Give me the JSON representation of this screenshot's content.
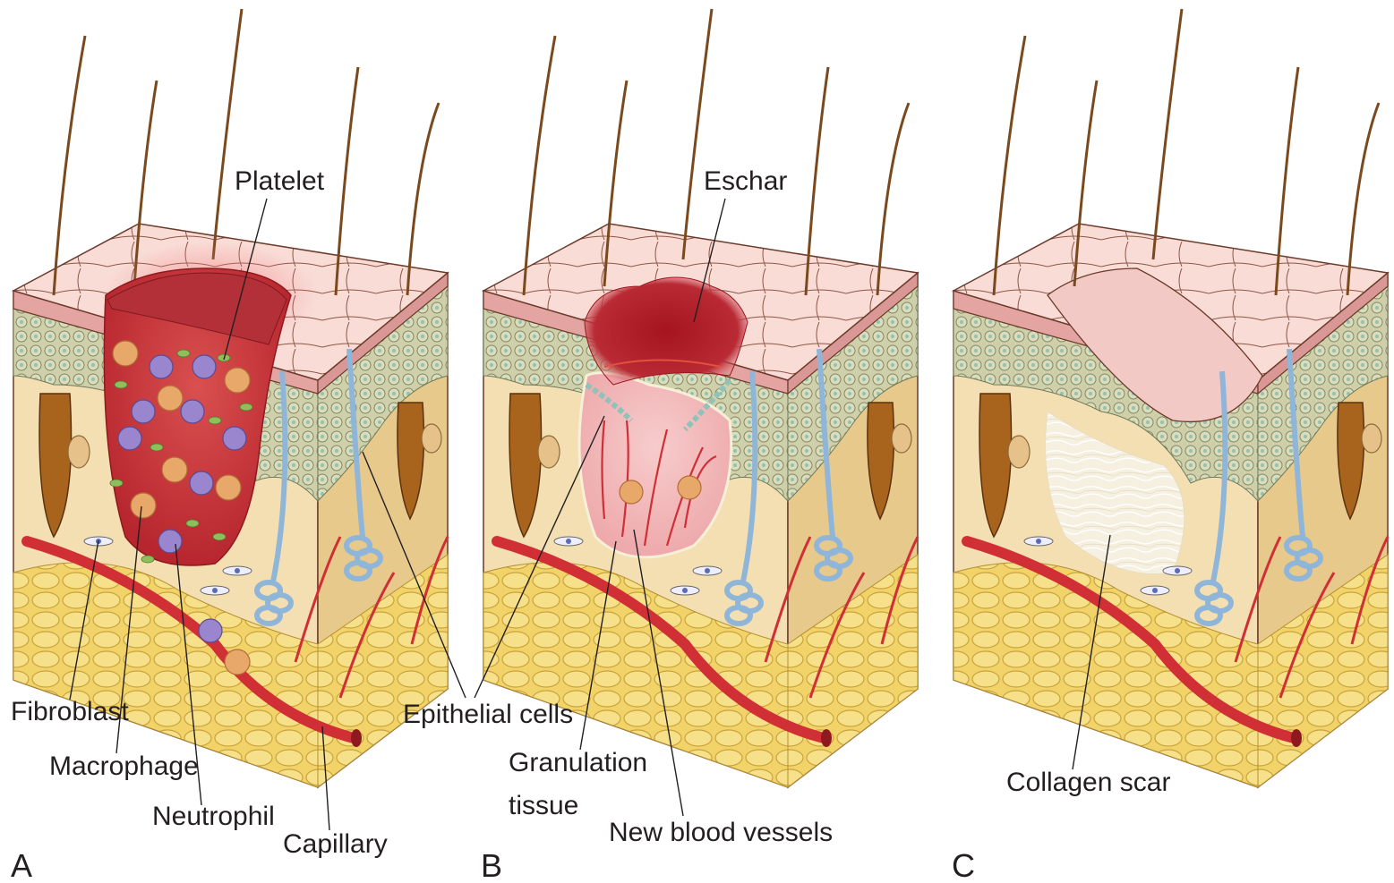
{
  "panels": [
    {
      "letter": "A"
    },
    {
      "letter": "B"
    },
    {
      "letter": "C"
    }
  ],
  "labels": {
    "platelet": "Platelet",
    "fibroblast": "Fibroblast",
    "macrophage": "Macrophage",
    "neutrophil": "Neutrophil",
    "capillary": "Capillary",
    "epithelial_cells": "Epithelial cells",
    "eschar": "Eschar",
    "granulation_line1": "Granulation",
    "granulation_line2": "tissue",
    "new_blood_vessels": "New blood vessels",
    "collagen_scar": "Collagen scar"
  },
  "colors": {
    "epidermis_top": "#f8d6d0",
    "epidermis_outline": "#6a3a2a",
    "dermis": "#f3dfb1",
    "dermis_dark": "#e8c98c",
    "fat": "#f4d86a",
    "cell_layer": "#c8c7a4",
    "blood_clot": "#c93a3e",
    "eschar": "#b0202c",
    "granulation": "#f2c1c0",
    "vessel_red": "#cf2f35",
    "sweat_gland": "#8fb6d8",
    "hair": "#7a4a1e",
    "scar": "#f7f1e6"
  }
}
